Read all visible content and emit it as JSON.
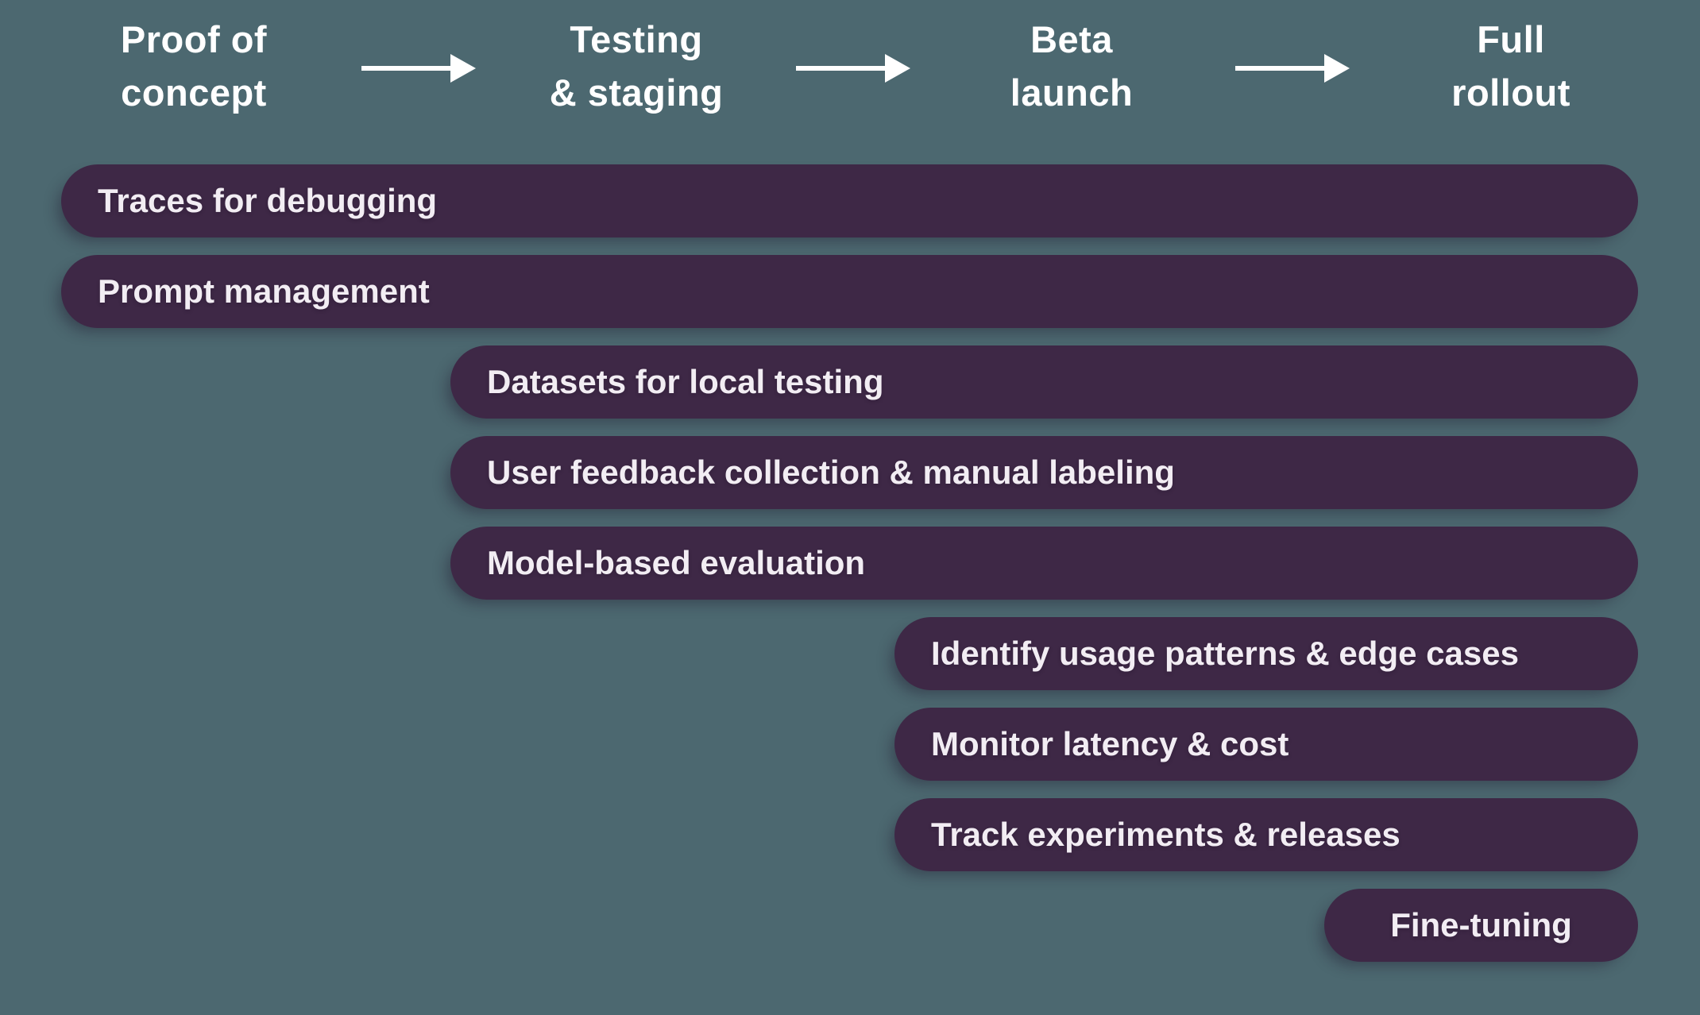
{
  "colors": {
    "background": "#4c6870",
    "bar_fill": "#3e2846",
    "bar_text": "#f2edf3",
    "header_text": "#ffffff",
    "arrow": "#ffffff"
  },
  "phases": [
    {
      "line1": "Proof of",
      "line2": "concept"
    },
    {
      "line1": "Testing",
      "line2": "& staging"
    },
    {
      "line1": "Beta",
      "line2": "launch"
    },
    {
      "line1": "Full",
      "line2": "rollout"
    }
  ],
  "bars": [
    {
      "label": "Traces for debugging",
      "starts_at": "Proof of concept",
      "ends_at": "Full rollout"
    },
    {
      "label": "Prompt management",
      "starts_at": "Proof of concept",
      "ends_at": "Full rollout"
    },
    {
      "label": "Datasets for local testing",
      "starts_at": "Testing & staging",
      "ends_at": "Full rollout"
    },
    {
      "label": "User feedback collection & manual labeling",
      "starts_at": "Testing & staging",
      "ends_at": "Full rollout"
    },
    {
      "label": "Model-based evaluation",
      "starts_at": "Testing & staging",
      "ends_at": "Full rollout"
    },
    {
      "label": "Identify usage patterns & edge cases",
      "starts_at": "Beta launch",
      "ends_at": "Full rollout"
    },
    {
      "label": "Monitor latency & cost",
      "starts_at": "Beta launch",
      "ends_at": "Full rollout"
    },
    {
      "label": "Track experiments & releases",
      "starts_at": "Beta launch",
      "ends_at": "Full rollout"
    },
    {
      "label": "Fine-tuning",
      "starts_at": "Full rollout",
      "ends_at": "Full rollout"
    }
  ]
}
